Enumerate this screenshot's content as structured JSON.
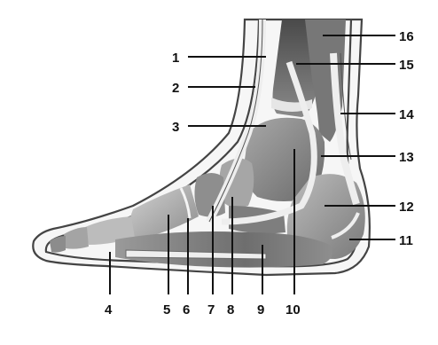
{
  "diagram": {
    "colors": {
      "background": "#ffffff",
      "skin": "#f6f6f6",
      "bone_light": "#c8c8c8",
      "bone_mid": "#9a9a9a",
      "bone_dark": "#5e5e5e",
      "tendon": "#eeeeee",
      "line": "#111111"
    },
    "labels": [
      {
        "id": "1",
        "text": "1"
      },
      {
        "id": "2",
        "text": "2"
      },
      {
        "id": "3",
        "text": "3"
      },
      {
        "id": "4",
        "text": "4"
      },
      {
        "id": "5",
        "text": "5"
      },
      {
        "id": "6",
        "text": "6"
      },
      {
        "id": "7",
        "text": "7"
      },
      {
        "id": "8",
        "text": "8"
      },
      {
        "id": "9",
        "text": "9"
      },
      {
        "id": "10",
        "text": "10"
      },
      {
        "id": "11",
        "text": "11"
      },
      {
        "id": "12",
        "text": "12"
      },
      {
        "id": "13",
        "text": "13"
      },
      {
        "id": "14",
        "text": "14"
      },
      {
        "id": "15",
        "text": "15"
      },
      {
        "id": "16",
        "text": "16"
      }
    ]
  }
}
